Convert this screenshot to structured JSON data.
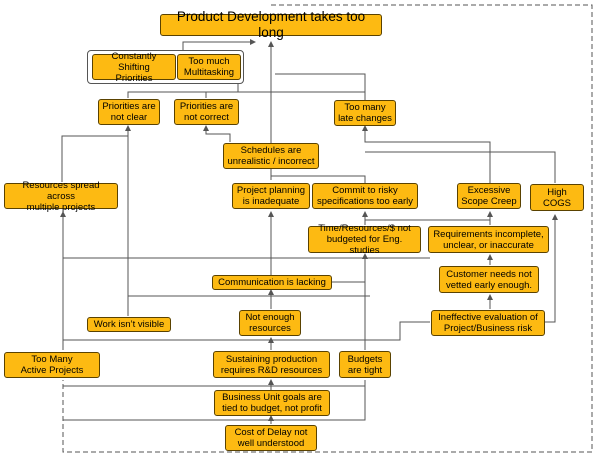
{
  "colors": {
    "node_fill": "#FDBA12",
    "node_border": "#5a4200",
    "connector": "#555555",
    "dashed_loop": "#555555"
  },
  "nodes": {
    "root": "Product Development takes too long",
    "shifting_priorities": "Constantly Shifting\nPriorities",
    "multitasking": "Too much\nMultitasking",
    "priorities_not_clear": "Priorities are\nnot clear",
    "priorities_not_correct": "Priorities are\nnot correct",
    "late_changes": "Too many\nlate  changes",
    "schedules_unrealistic": "Schedules are\nunrealistic / incorrect",
    "resources_spread": "Resources spread across\nmultiple projects",
    "project_planning": "Project planning\nis inadequate",
    "risky_specs": "Commit to risky\nspecifications too early",
    "scope_creep": "Excessive\nScope Creep",
    "high_cogs": "High COGS",
    "time_resources": "Time/Resources/$ not\nbudgeted for Eng. studies",
    "requirements_incomplete": "Requirements incomplete,\nunclear, or inaccurate",
    "communication_lacking": "Communication is lacking",
    "customer_needs": "Customer needs not\nvetted early enough.",
    "work_not_visible": "Work isn’t visible",
    "not_enough_resources": "Not enough\nresources",
    "ineffective_evaluation": "Ineffective evaluation of\nProject/Business risk",
    "too_many_projects": "Too Many\nActive Projects",
    "sustaining_production": "Sustaining production\nrequires R&D resources",
    "budgets_tight": "Budgets\nare tight",
    "business_unit_goals": "Business Unit goals are\ntied to budget, not profit",
    "cost_of_delay": "Cost of Delay not\nwell understood"
  }
}
